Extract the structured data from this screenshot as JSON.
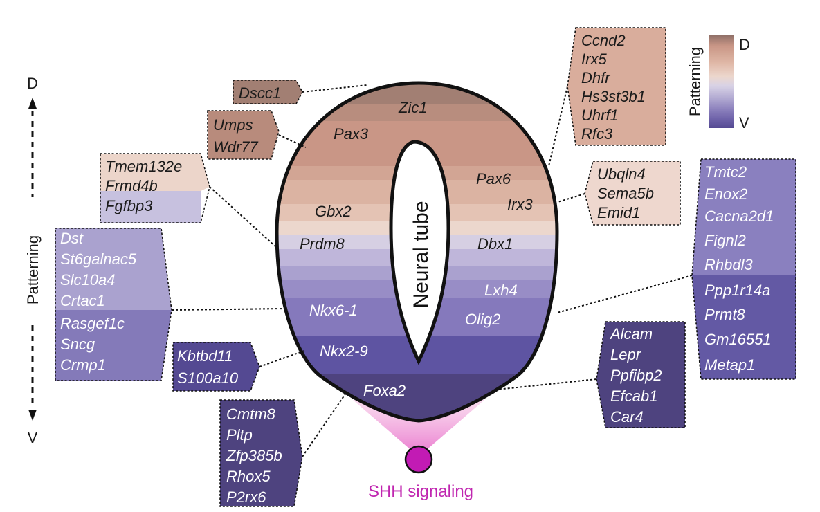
{
  "axis": {
    "dorsal": "D",
    "ventral": "V",
    "label": "Patterning"
  },
  "legend": {
    "title": "Patterning",
    "top": "D",
    "bottom": "V",
    "colors": [
      "#8c6e66",
      "#c99686",
      "#dfb7a6",
      "#ecd7cd",
      "#d8d2e6",
      "#b2aad2",
      "#8c81bd",
      "#6f63aa",
      "#544992"
    ]
  },
  "tube": {
    "label": "Neural tube",
    "genes": [
      "Zic1",
      "Pax3",
      "Pax6",
      "Irx3",
      "Gbx2",
      "Prdm8",
      "Dbx1",
      "Lxh4",
      "Nkx6-1",
      "Olig2",
      "Nkx2-9",
      "Foxa2"
    ]
  },
  "signal": {
    "label": "SHH signaling",
    "color": "#c21bb4"
  },
  "boxes": {
    "dscc1": [
      "Dscc1"
    ],
    "umps": [
      "Umps",
      "Wdr77"
    ],
    "tmem": [
      "Tmem132e",
      "Frmd4b",
      "Fgfbp3"
    ],
    "dst_top": [
      "Dst",
      "St6galnac5",
      "Slc10a4",
      "Crtac1"
    ],
    "dst_bottom": [
      "Rasgef1c",
      "Sncg",
      "Crmp1"
    ],
    "kbtbd": [
      "Kbtbd11",
      "S100a10"
    ],
    "cmtm": [
      "Cmtm8",
      "Pltp",
      "Zfp385b",
      "Rhox5",
      "P2rx6"
    ],
    "ccnd": [
      "Ccnd2",
      "Irx5",
      "Dhfr",
      "Hs3st3b1",
      "Uhrf1",
      "Rfc3"
    ],
    "ubqln": [
      "Ubqln4",
      "Sema5b",
      "Emid1"
    ],
    "tmtc_top": [
      "Tmtc2",
      "Enox2",
      "Cacna2d1",
      "Fignl2",
      "Rhbdl3"
    ],
    "tmtc_bottom": [
      "Ppp1r14a",
      "Prmt8",
      "Gm16551",
      "Metap1"
    ],
    "alcam": [
      "Alcam",
      "Lepr",
      "Ppfibp2",
      "Efcab1",
      "Car4"
    ]
  }
}
